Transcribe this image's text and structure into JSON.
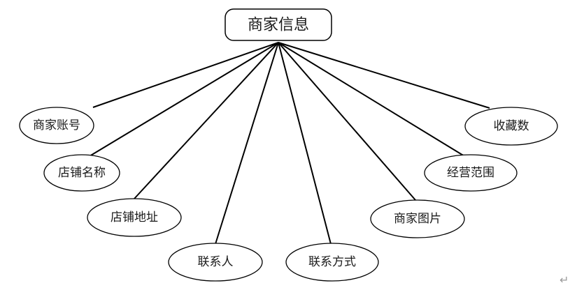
{
  "entity": {
    "label": "商家信息"
  },
  "attributes": [
    {
      "id": "merchant-account",
      "label": "商家账号"
    },
    {
      "id": "shop-name",
      "label": "店铺名称"
    },
    {
      "id": "shop-address",
      "label": "店铺地址"
    },
    {
      "id": "contact-person",
      "label": "联系人"
    },
    {
      "id": "contact-method",
      "label": "联系方式"
    },
    {
      "id": "merchant-image",
      "label": "商家图片"
    },
    {
      "id": "business-scope",
      "label": "经营范围"
    },
    {
      "id": "favorites-count",
      "label": "收藏数"
    }
  ],
  "paragraph_mark": "↵"
}
